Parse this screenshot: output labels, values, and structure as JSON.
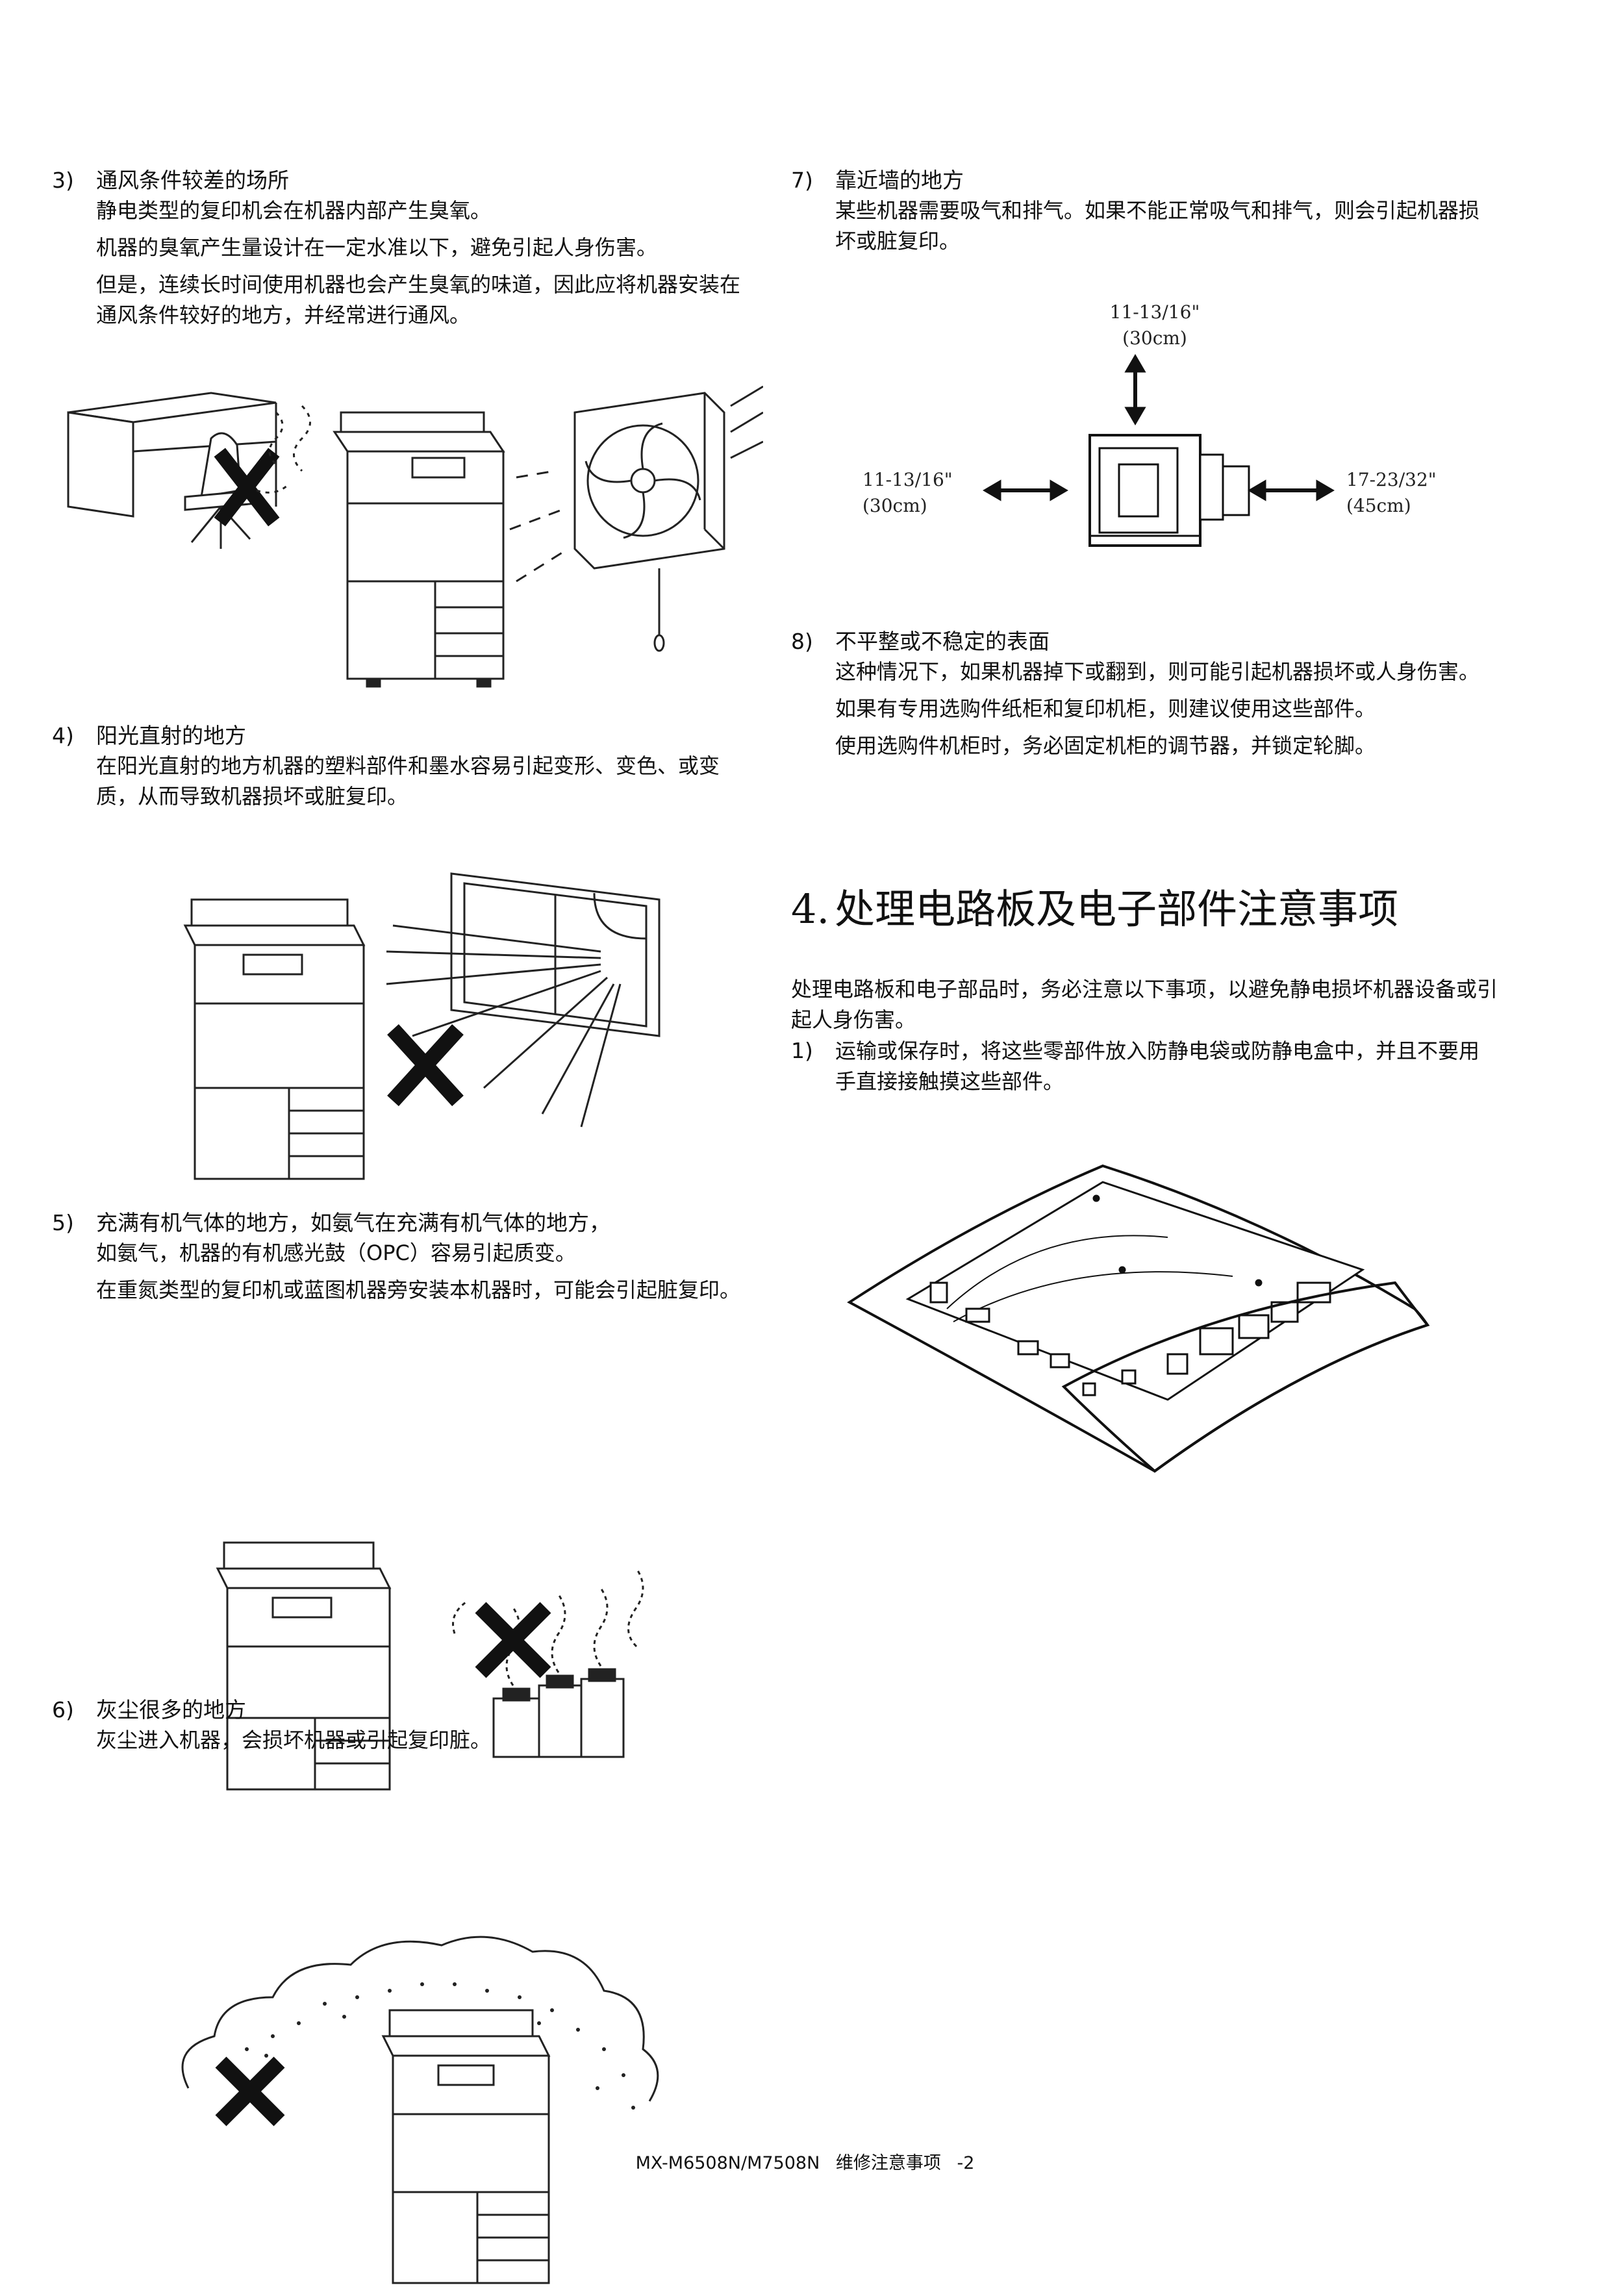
{
  "left_column": [
    {
      "number": "3)",
      "title": "通风条件较差的场所",
      "paragraphs": [
        "静电类型的复印机会在机器内部产生臭氧。",
        "机器的臭氧产生量设计在一定水准以下，避免引起人身伤害。",
        "但是，连续长时间使用机器也会产生臭氧的味道，因此应将机器安装在通风条件较好的地方，并经常进行通风。"
      ]
    },
    {
      "number": "4)",
      "title": "阳光直射的地方",
      "paragraphs": [
        "在阳光直射的地方机器的塑料部件和墨水容易引起变形、变色、或变质，从而导致机器损坏或脏复印。"
      ]
    },
    {
      "number": "5)",
      "title": "充满有机气体的地方，如氨气在充满有机气体的地方，",
      "paragraphs": [
        "如氨气，机器的有机感光鼓（OPC）容易引起质变。",
        "在重氮类型的复印机或蓝图机器旁安装本机器时，可能会引起脏复印。"
      ]
    },
    {
      "number": "6)",
      "title": "灰尘很多的地方",
      "paragraphs": [
        "灰尘进入机器，会损坏机器或引起复印脏。"
      ]
    }
  ],
  "right_column": [
    {
      "number": "7)",
      "title": "靠近墙的地方",
      "paragraphs": [
        "某些机器需要吸气和排气。如果不能正常吸气和排气，则会引起机器损坏或脏复印。"
      ]
    },
    {
      "number": "8)",
      "title": "不平整或不稳定的表面",
      "paragraphs": [
        "这种情况下，如果机器掉下或翻到，则可能引起机器损坏或人身伤害。",
        "如果有专用选购件纸柜和复印机柜，则建议使用这些部件。",
        "使用选购件机柜时，务必固定机柜的调节器，并锁定轮脚。"
      ]
    }
  ],
  "clearance": {
    "top_in": "11-13/16\"",
    "top_cm": "(30cm)",
    "left_in": "11-13/16\"",
    "left_cm": "(30cm)",
    "right_in": "17-23/32\"",
    "right_cm": "(45cm)"
  },
  "section4": {
    "number": "4.",
    "title": "处理电路板及电子部件注意事项",
    "intro": "处理电路板和电子部品时，务必注意以下事项，以避免静电损坏机器设备或引起人身伤害。",
    "items": [
      {
        "number": "1)",
        "text": "运输或保存时，将这些零部件放入防静电袋或防静电盒中，并且不要用手直接接触摸这些部件。"
      }
    ]
  },
  "footer": {
    "model": "MX-M6508N/M7508N",
    "section": "维修注意事项",
    "page": "-2"
  }
}
